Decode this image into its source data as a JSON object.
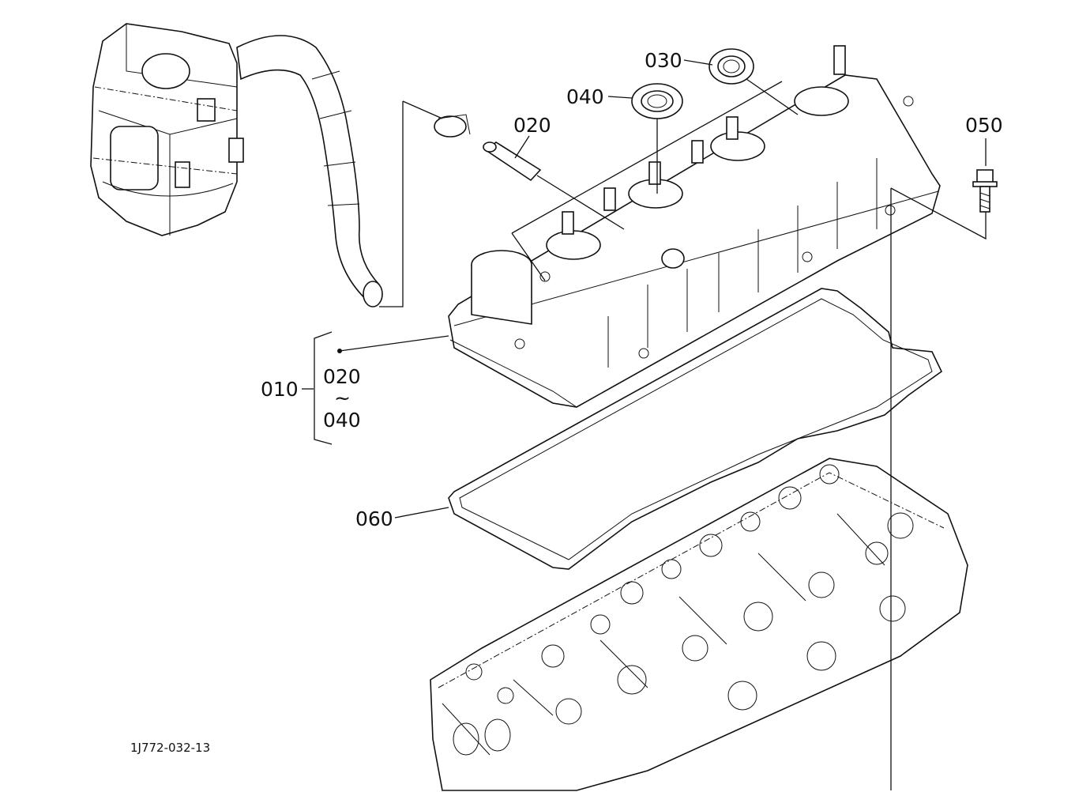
{
  "diagram": {
    "drawing_code": "1J772-032-13",
    "callouts": {
      "p010": "010",
      "p020": "020",
      "p030": "030",
      "p040": "040",
      "p050": "050",
      "p060": "060",
      "group_from": "020",
      "group_tilde": "~",
      "group_to": "040"
    }
  }
}
